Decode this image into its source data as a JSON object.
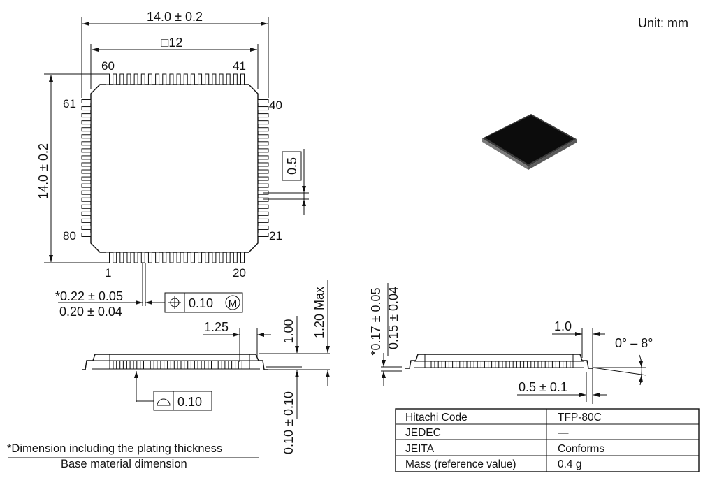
{
  "unit_label": "Unit: mm",
  "top_view": {
    "overall_width": "14.0 ± 0.2",
    "body_size": "□12",
    "overall_height": "14.0 ± 0.2",
    "pitch": "0.5",
    "pin_count_per_side": 20,
    "pins": {
      "p60": "60",
      "p41": "41",
      "p61": "61",
      "p40": "40",
      "p80": "80",
      "p21": "21",
      "p1": "1",
      "p20": "20"
    }
  },
  "lead_width": {
    "plated": "*0.22 ± 0.05",
    "base": "0.20 ± 0.04",
    "position_tolerance": "0.10",
    "position_modifier": "M"
  },
  "side_view": {
    "lead_length": "1.25",
    "body_thickness": "1.00",
    "max_height": "1.20 Max",
    "standoff": "0.10 ± 0.10",
    "coplanarity": "0.10"
  },
  "detail_view": {
    "lead_thickness_plated": "*0.17 ± 0.05",
    "lead_thickness_base": "0.15 ± 0.04",
    "foot_length": "1.0",
    "angle": "0° – 8°",
    "foot_contact": "0.5 ± 0.1"
  },
  "footnote": {
    "line1": "*Dimension including the plating thickness",
    "line2": "Base material dimension"
  },
  "info_table": [
    {
      "label": "Hitachi Code",
      "value": "TFP-80C"
    },
    {
      "label": "JEDEC",
      "value": "—"
    },
    {
      "label": "JEITA",
      "value": "Conforms"
    },
    {
      "label": "Mass (reference value)",
      "value": "0.4 g"
    }
  ]
}
